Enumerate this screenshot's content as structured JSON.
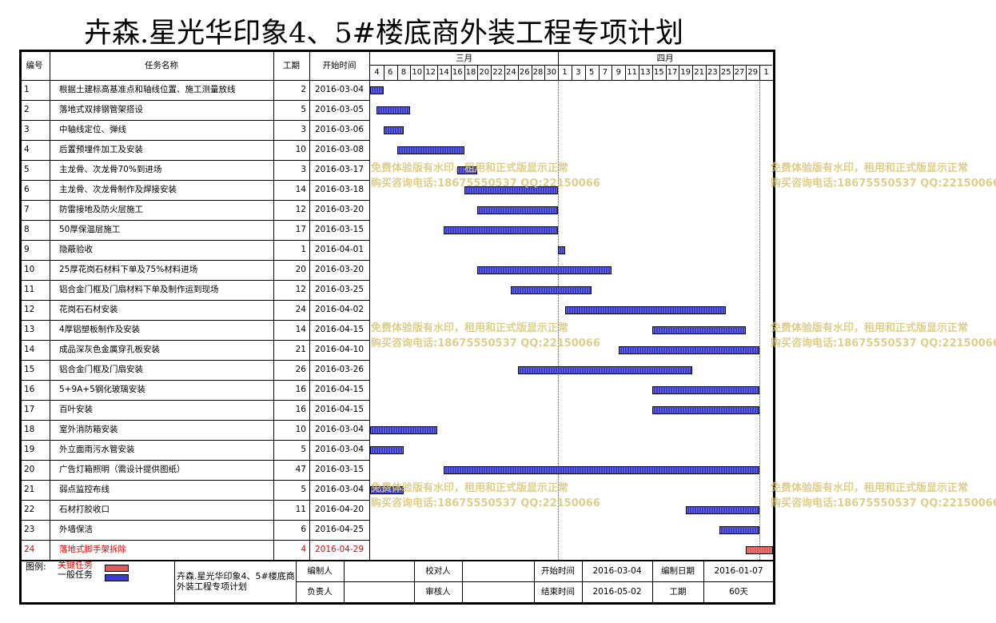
{
  "title": "卉森.星光华印象4、5#楼底商外装工程专项计划",
  "headers": {
    "no": "编号",
    "name": "任务名称",
    "duration": "工期",
    "start": "开始时间"
  },
  "months": [
    "三月",
    "四月"
  ],
  "day_ticks": [
    "4",
    "6",
    "8",
    "10",
    "12",
    "14",
    "16",
    "18",
    "20",
    "22",
    "24",
    "26",
    "28",
    "30",
    "1",
    "3",
    "5",
    "7",
    "9",
    "11",
    "13",
    "15",
    "17",
    "19",
    "21",
    "23",
    "25",
    "27",
    "29",
    "1"
  ],
  "colors": {
    "normal": "#3b3bcc",
    "critical": "#e05a5a",
    "critical_text": "#e00000"
  },
  "tasks": [
    {
      "no": "1",
      "name": "根据土建标高基准点和轴线位置、施工测量放线",
      "duration": "2",
      "start": "2016-03-04",
      "offset": 0,
      "critical": false
    },
    {
      "no": "2",
      "name": "落地式双排钢管架搭设",
      "duration": "5",
      "start": "2016-03-05",
      "offset": 1,
      "critical": false
    },
    {
      "no": "3",
      "name": "中轴线定位、弹线",
      "duration": "3",
      "start": "2016-03-06",
      "offset": 2,
      "critical": false
    },
    {
      "no": "4",
      "name": "后置预埋件加工及安装",
      "duration": "10",
      "start": "2016-03-08",
      "offset": 4,
      "critical": false
    },
    {
      "no": "5",
      "name": "主龙骨、次龙骨70%到进场",
      "duration": "3",
      "start": "2016-03-17",
      "offset": 13,
      "critical": false
    },
    {
      "no": "6",
      "name": "主龙骨、次龙骨制作及焊接安装",
      "duration": "14",
      "start": "2016-03-18",
      "offset": 14,
      "critical": false
    },
    {
      "no": "7",
      "name": "防雷接地及防火层施工",
      "duration": "12",
      "start": "2016-03-20",
      "offset": 16,
      "critical": false
    },
    {
      "no": "8",
      "name": "50厚保温层施工",
      "duration": "17",
      "start": "2016-03-15",
      "offset": 11,
      "critical": false
    },
    {
      "no": "9",
      "name": "隐蔽验收",
      "duration": "1",
      "start": "2016-04-01",
      "offset": 28,
      "critical": false
    },
    {
      "no": "10",
      "name": "25厚花岗石材料下单及75%材料进场",
      "duration": "20",
      "start": "2016-03-20",
      "offset": 16,
      "critical": false
    },
    {
      "no": "11",
      "name": "铝合金门框及门扇材料下单及制作运到现场",
      "duration": "12",
      "start": "2016-03-25",
      "offset": 21,
      "critical": false
    },
    {
      "no": "12",
      "name": "花岗石石材安装",
      "duration": "24",
      "start": "2016-04-02",
      "offset": 29,
      "critical": false
    },
    {
      "no": "13",
      "name": "4厚铝塑板制作及安装",
      "duration": "14",
      "start": "2016-04-15",
      "offset": 42,
      "critical": false
    },
    {
      "no": "14",
      "name": "成品深灰色金属穿孔板安装",
      "duration": "21",
      "start": "2016-04-10",
      "offset": 37,
      "critical": false
    },
    {
      "no": "15",
      "name": "铝合金门框及门扇安装",
      "duration": "26",
      "start": "2016-03-26",
      "offset": 22,
      "critical": false
    },
    {
      "no": "16",
      "name": "5+9A+5钢化玻璃安装",
      "duration": "16",
      "start": "2016-04-15",
      "offset": 42,
      "critical": false
    },
    {
      "no": "17",
      "name": "百叶安装",
      "duration": "16",
      "start": "2016-04-15",
      "offset": 42,
      "critical": false
    },
    {
      "no": "18",
      "name": "室外消防箱安装",
      "duration": "10",
      "start": "2016-03-04",
      "offset": 0,
      "critical": false
    },
    {
      "no": "19",
      "name": "外立面雨污水管安装",
      "duration": "5",
      "start": "2016-03-04",
      "offset": 0,
      "critical": false
    },
    {
      "no": "20",
      "name": "广告灯箱照明（需设计提供图纸）",
      "duration": "47",
      "start": "2016-03-15",
      "offset": 11,
      "critical": false
    },
    {
      "no": "21",
      "name": "弱点监控布线",
      "duration": "5",
      "start": "2016-03-04",
      "offset": 0,
      "critical": false
    },
    {
      "no": "22",
      "name": "石材打胶收口",
      "duration": "11",
      "start": "2016-04-20",
      "offset": 47,
      "critical": false
    },
    {
      "no": "23",
      "name": "外墙保洁",
      "duration": "6",
      "start": "2016-04-25",
      "offset": 52,
      "critical": false
    },
    {
      "no": "24",
      "name": "落地式脚手架拆除",
      "duration": "4",
      "start": "2016-04-29",
      "offset": 56,
      "critical": true
    }
  ],
  "legend": {
    "label": "图例:",
    "critical": "关键任务",
    "normal": "一般任务"
  },
  "footer": {
    "project": "卉森.星光华印象4、5#楼底商外装工程专项计划",
    "compiler_label": "编制人",
    "checker_label": "校对人",
    "start_label": "开始时间",
    "start_value": "2016-03-04",
    "date_label": "编制日期",
    "date_value": "2016-01-07",
    "owner_label": "负责人",
    "reviewer_label": "审核人",
    "end_label": "结束时间",
    "end_value": "2016-05-02",
    "duration_label": "工期",
    "duration_value": "60天"
  },
  "watermark": {
    "line1": "免费体验版有水印，租用和正式版显示正常",
    "line2": "购买咨询电话:18675550537 QQ:22150066"
  }
}
